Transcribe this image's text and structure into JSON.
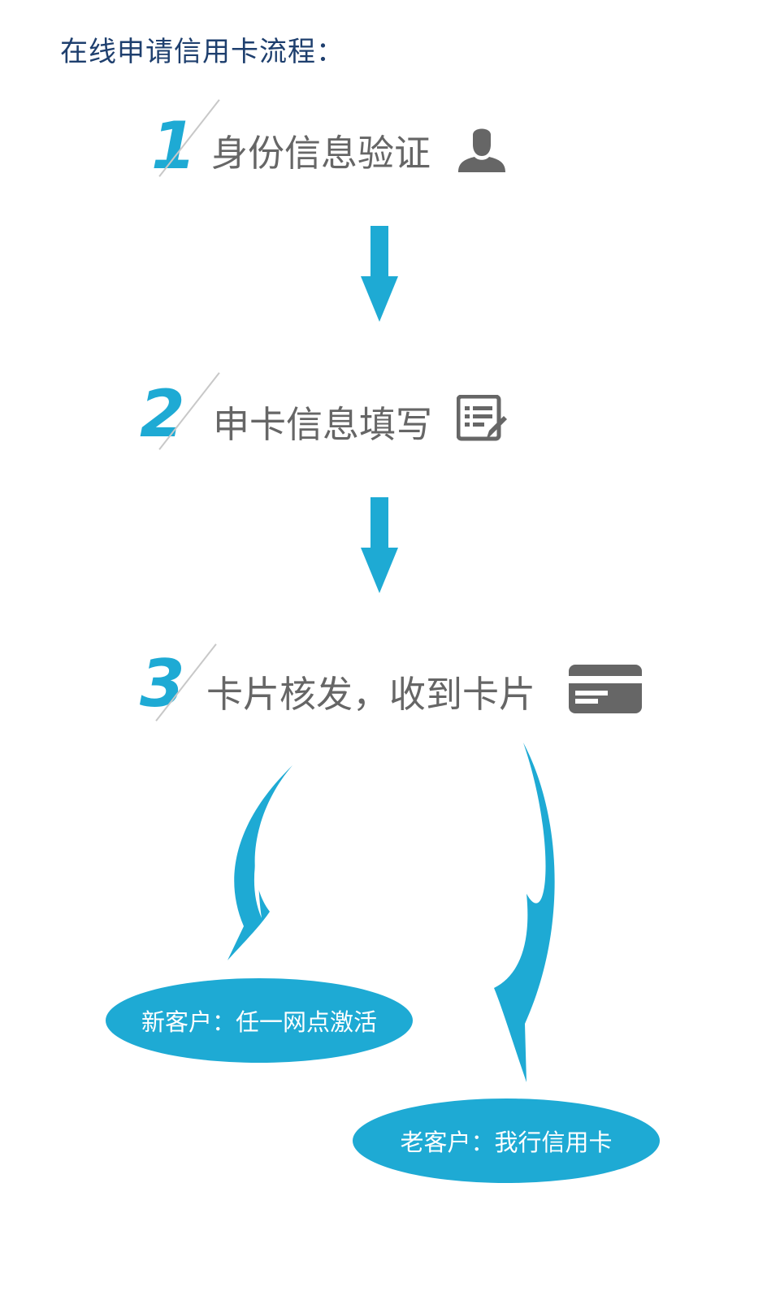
{
  "title": "在线申请信用卡流程：",
  "steps": [
    {
      "number": "1",
      "label": "身份信息验证",
      "icon": "user-icon"
    },
    {
      "number": "2",
      "label": "申卡信息填写",
      "icon": "form-edit-icon"
    },
    {
      "number": "3",
      "label": "卡片核发，收到卡片",
      "icon": "credit-card-icon"
    }
  ],
  "outcomes": {
    "new_customer": "新客户：任一网点激活",
    "old_customer": "老客户：我行信用卡"
  },
  "colors": {
    "accent": "#1eaad4",
    "text": "#666666",
    "title": "#1e3f6e",
    "icon": "#666666"
  }
}
